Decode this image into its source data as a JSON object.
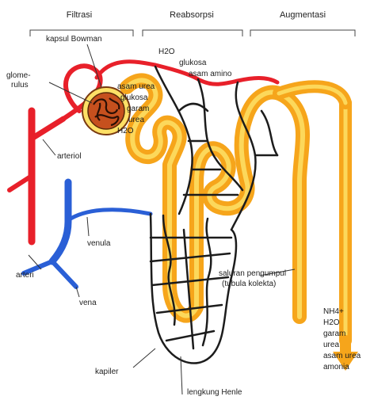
{
  "sections": {
    "filtration": "Filtrasi",
    "reabsorption": "Reabsorpsi",
    "augmentation": "Augmentasi"
  },
  "labels": {
    "bowman": "kapsul Bowman",
    "glomerulus_1": "glome-",
    "glomerulus_2": "rulus",
    "arteriole": "arteriol",
    "venule": "venula",
    "artery": "arteri",
    "vein": "vena",
    "capillary": "kapiler",
    "henle": "lengkung Henle",
    "collecting_1": "saluran pengumpul",
    "collecting_2": "(tubula kolekta)"
  },
  "filtrate": {
    "urea": "asam urea",
    "glucose": "glukosa",
    "salt": "garam",
    "urea2": "urea",
    "water": "H2O"
  },
  "reabsorbed": {
    "water": "H2O",
    "glucose": "glukosa",
    "amino": "asam amino"
  },
  "urine": {
    "ammonium": "NH4+",
    "water": "H2O",
    "salt": "garam",
    "urea": "urea",
    "uric": "asam urea",
    "ammonia": "amonia"
  },
  "colors": {
    "artery": "#e8202a",
    "vein": "#2a5fd6",
    "tubule": "#f6a51b",
    "tubule_light": "#fde066",
    "capillary": "#1c1c1c"
  }
}
